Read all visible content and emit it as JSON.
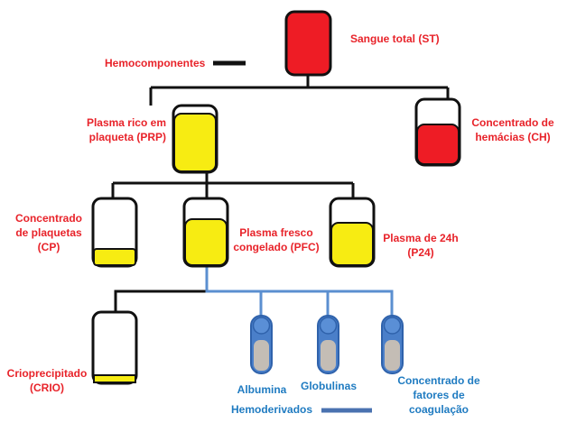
{
  "colors": {
    "line_black": "#111111",
    "line_blue": "#5b8fd0",
    "red_fill": "#ee1c25",
    "yellow_fill": "#f7ec12",
    "label_red": "#e8232a",
    "label_blue": "#1f7bc1",
    "vial_blue": "#4a7fc9",
    "vial_gray": "#c4bdb5"
  },
  "legend": {
    "hemocomponentes": "Hemocomponentes",
    "hemoderivados": "Hemoderivados"
  },
  "nodes": {
    "st": {
      "line1": "Sangue total (ST)",
      "fill_fraction": 1.0
    },
    "prp": {
      "line1": "Plasma rico em",
      "line2": "plaqueta (PRP)",
      "fill_fraction": 0.8
    },
    "ch": {
      "line1": "Concentrado de",
      "line2": "hemácias (CH)",
      "fill_fraction": 0.6
    },
    "cp": {
      "line1": "Concentrado",
      "line2": "de plaquetas",
      "line3": "(CP)",
      "fill_fraction": 0.25
    },
    "pfc": {
      "line1": "Plasma fresco",
      "line2": "congelado (PFC)",
      "fill_fraction": 0.7
    },
    "p24": {
      "line1": "Plasma de 24h",
      "line2": "(P24)",
      "fill_fraction": 0.7
    },
    "crio": {
      "line1": "Crioprecipitado",
      "line2": "(CRIO)",
      "fill_fraction": 0.1
    }
  },
  "derivatives": {
    "albumina": "Albumina",
    "globulinas": "Globulinas",
    "fatores": {
      "line1": "Concentrado de",
      "line2": "fatores de",
      "line3": "coagulação"
    }
  }
}
